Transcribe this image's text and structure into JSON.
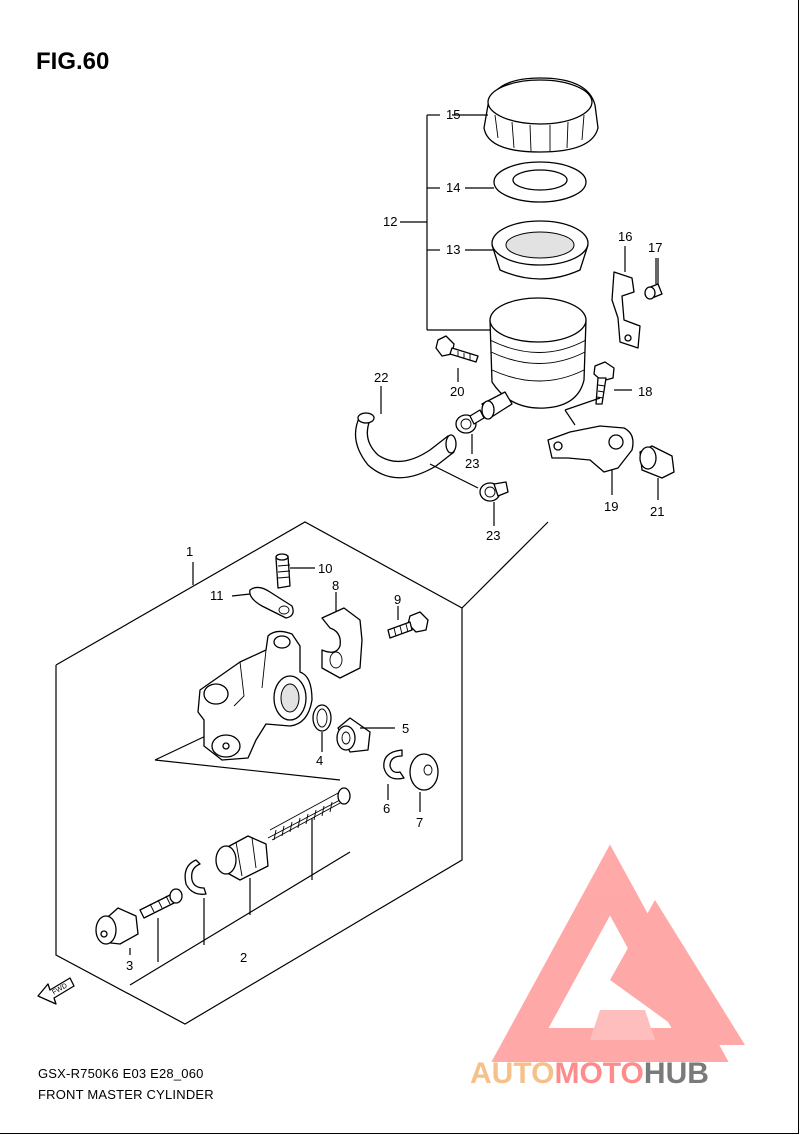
{
  "figure": {
    "title": "FIG.60"
  },
  "footer": {
    "model_code": "GSX-R750K6 E03 E28_060",
    "diagram_name": "FRONT MASTER CYLINDER"
  },
  "callouts": [
    "1",
    "2",
    "3",
    "4",
    "5",
    "6",
    "7",
    "8",
    "9",
    "10",
    "11",
    "12",
    "13",
    "14",
    "15",
    "16",
    "17",
    "18",
    "19",
    "20",
    "21",
    "22",
    "23",
    "23"
  ],
  "direction_marker": {
    "label": "FWD",
    "icon": "forward-arrow-icon"
  },
  "watermark": {
    "part1": "AUTO",
    "part2": "MOTO",
    "part3": "HUB",
    "color_primary": "#ff8c8c",
    "color_secondary": "#f5c08a",
    "color_dark": "#7a7a7a"
  }
}
